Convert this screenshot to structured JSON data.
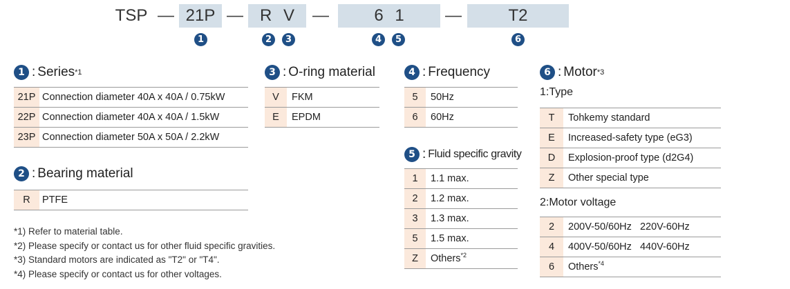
{
  "model_code": {
    "prefix": "TSP",
    "dash": "—",
    "seg1": "21P",
    "seg2": "R V",
    "seg3": "6 1",
    "seg4": "T2",
    "markers": [
      "1",
      "2",
      "3",
      "4",
      "5",
      "6"
    ]
  },
  "series": {
    "num": "1",
    "colon": ":",
    "title": "Series",
    "note_ref": "*1",
    "rows": [
      {
        "code": "21P",
        "desc": "Connection diameter 40A x 40A / 0.75kW"
      },
      {
        "code": "22P",
        "desc": "Connection diameter 40A x 40A / 1.5kW"
      },
      {
        "code": "23P",
        "desc": "Connection diameter 50A x 50A / 2.2kW"
      }
    ]
  },
  "bearing": {
    "num": "2",
    "colon": ":",
    "title": "Bearing material",
    "rows": [
      {
        "code": "R",
        "desc": "PTFE"
      }
    ]
  },
  "oring": {
    "num": "3",
    "colon": ":",
    "title": "O-ring material",
    "rows": [
      {
        "code": "V",
        "desc": "FKM"
      },
      {
        "code": "E",
        "desc": "EPDM"
      }
    ]
  },
  "frequency": {
    "num": "4",
    "colon": ":",
    "title": "Frequency",
    "rows": [
      {
        "code": "5",
        "desc": "50Hz"
      },
      {
        "code": "6",
        "desc": "60Hz"
      }
    ]
  },
  "fluid": {
    "num": "5",
    "colon": ":",
    "title": "Fluid specific gravity",
    "rows": [
      {
        "code": "1",
        "desc": "1.1 max."
      },
      {
        "code": "2",
        "desc": "1.2 max."
      },
      {
        "code": "3",
        "desc": "1.3 max."
      },
      {
        "code": "5",
        "desc": "1.5 max."
      },
      {
        "code": "Z",
        "desc": "Others",
        "sup": "*2"
      }
    ]
  },
  "motor": {
    "num": "6",
    "colon": ":",
    "title": "Motor",
    "note_ref": "*3",
    "type_heading": "1:Type",
    "type_rows": [
      {
        "code": "T",
        "desc": "Tohkemy standard"
      },
      {
        "code": "E",
        "desc": "Increased-safety type (eG3)"
      },
      {
        "code": "D",
        "desc": "Explosion-proof type (d2G4)"
      },
      {
        "code": "Z",
        "desc": "Other special type"
      }
    ],
    "voltage_heading": "2:Motor voltage",
    "voltage_rows": [
      {
        "code": "2",
        "desc": "200V-50/60Hz   220V-60Hz"
      },
      {
        "code": "4",
        "desc": "400V-50/60Hz   440V-60Hz"
      },
      {
        "code": "6",
        "desc": "Others",
        "sup": "*4"
      }
    ]
  },
  "notes": [
    "*1) Refer to material table.",
    "*2) Please specify or contact us for other fluid specific gravities.",
    "*3) Standard motors are indicated as \"T2\" or \"T4\".",
    "*4) Please specify or contact us for other voltages."
  ]
}
